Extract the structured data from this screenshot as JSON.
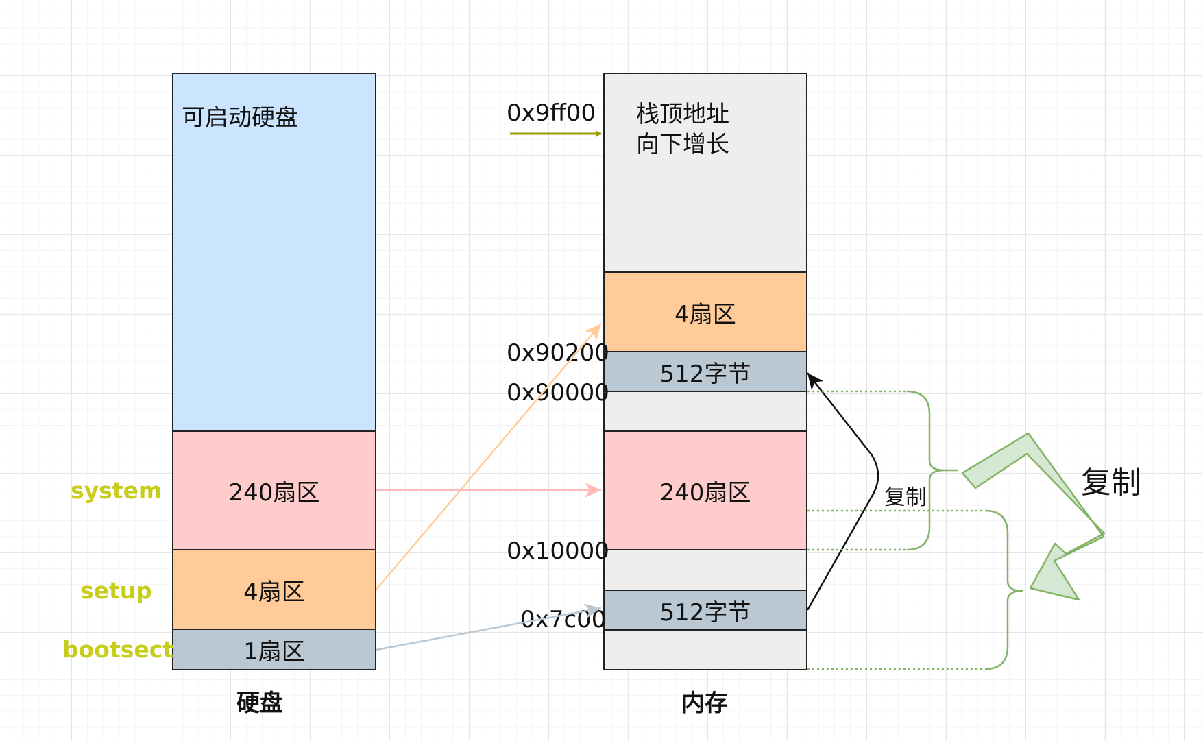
{
  "disk": {
    "top_label": "可启动硬盘",
    "caption": "硬盘",
    "segments": {
      "system": "240扇区",
      "setup": "4扇区",
      "bootsect": "1扇区"
    },
    "side_labels": {
      "system": "system",
      "setup": "setup",
      "bootsect": "bootsect"
    }
  },
  "memory": {
    "caption": "内存",
    "stack_text_line1": "栈顶地址",
    "stack_text_line2": "向下增长",
    "segments": {
      "setup": "4扇区",
      "boot_copy": "512字节",
      "system": "240扇区",
      "boot_orig": "512字节"
    },
    "addresses": {
      "stack_top": "0x9ff00",
      "a90200": "0x90200",
      "a90000": "0x90000",
      "a10000": "0x10000",
      "a7c00": "0x7c00"
    }
  },
  "copy_label_small": "复制",
  "copy_label_big": "复制",
  "colors": {
    "disk_blue": "#cce5ff",
    "pink": "#ffcccc",
    "orange": "#ffcc99",
    "slate": "#bac8d3",
    "gray": "#eeeeee",
    "green": "#82b366",
    "big_arrow_fill": "#d5e8d4",
    "olive": "#999900",
    "side_label": "#c8cc1a"
  }
}
